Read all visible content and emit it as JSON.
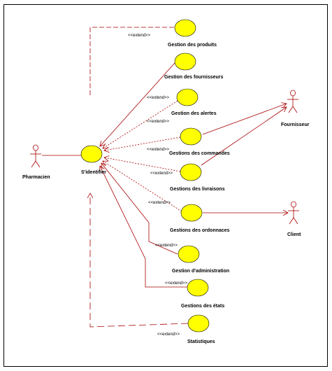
{
  "diagram": {
    "actors": {
      "pharmacien": "Pharmacien",
      "fournisseur": "Fournisseur",
      "client": "Client"
    },
    "central_use_case": "S'identifier",
    "use_cases": [
      "Gestion des produits",
      "Gestion des fournisseurs",
      "Gestion des alertes",
      "Gestions des commandes",
      "Gestions des livraisons",
      "Gestions des ordonnaces",
      "Gestion d'administration",
      "Gestions des états",
      "Statistiques"
    ],
    "stereotype": "<<extend>>",
    "colors": {
      "use_case_fill": "#ffff00",
      "use_case_stroke": "#000000",
      "connector": "#a80000",
      "actor": "#a80000"
    }
  }
}
